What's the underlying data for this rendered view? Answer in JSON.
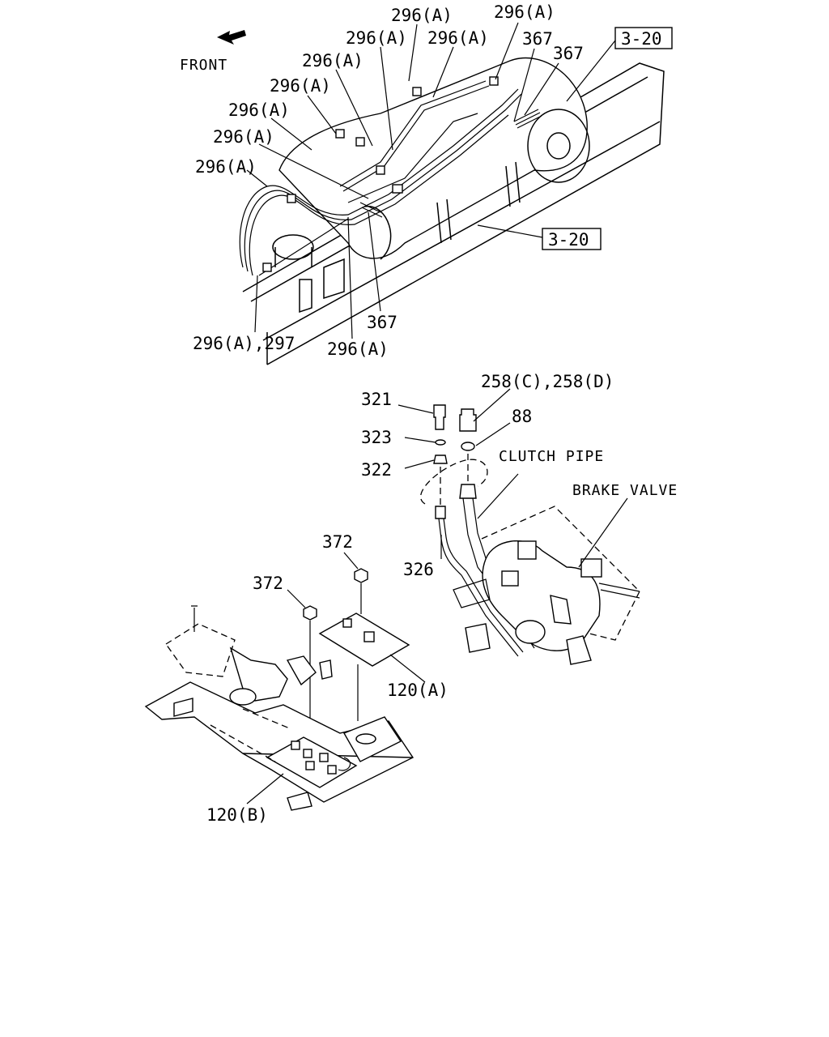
{
  "orientation": {
    "front_label": "FRONT",
    "arrow_icon": "front-arrow-icon"
  },
  "top_assembly": {
    "labels_296a": [
      "296(A)",
      "296(A)",
      "296(A)",
      "296(A)",
      "296(A)",
      "296(A)",
      "296(A)",
      "296(A)",
      "296(A)"
    ],
    "label_367_a": "367",
    "label_367_b": "367",
    "label_367_c": "367",
    "label_296a_297": "296(A),297",
    "label_296a_bottom": "296(A)",
    "ref_3_20_top": "3-20",
    "ref_3_20_mid": "3-20"
  },
  "middle_assembly": {
    "label_258": "258(C),258(D)",
    "label_321": "321",
    "label_323": "323",
    "label_322": "322",
    "label_88": "88",
    "label_326": "326",
    "clutch_pipe": "CLUTCH PIPE",
    "brake_valve": "BRAKE VALVE"
  },
  "bottom_assembly": {
    "label_372_a": "372",
    "label_372_b": "372",
    "label_120a": "120(A)",
    "label_120b": "120(B)"
  }
}
